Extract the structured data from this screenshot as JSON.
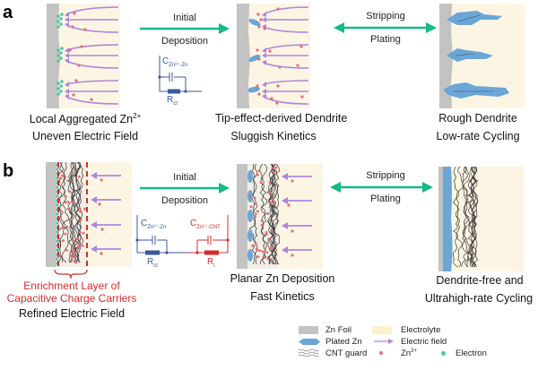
{
  "panels": {
    "a": {
      "label": "a",
      "stage1": {
        "caption_line1": "Local Aggregated Zn",
        "caption_sup": "2+",
        "caption_line2": "Uneven Electric Field"
      },
      "arrow1": {
        "top": "Initial",
        "bottom": "Deposition"
      },
      "circuit": {
        "capacitor_label": "C",
        "capacitor_sub": "Zn²⁺-Zn",
        "resistor_label": "R",
        "resistor_sub": "ct"
      },
      "stage2": {
        "caption_line1": "Tip-effect-derived  Dendrite",
        "caption_line2": "Sluggish Kinetics"
      },
      "arrow2": {
        "top": "Stripping",
        "bottom": "Plating"
      },
      "stage3": {
        "caption_line1": "Rough Dendrite",
        "caption_line2": "Low-rate Cycling"
      }
    },
    "b": {
      "label": "b",
      "stage1": {
        "annotation_line1": "Enrichment Layer of",
        "annotation_line2": "Capacitive Charge Carriers",
        "caption": "Refined Electric Field"
      },
      "arrow1": {
        "top": "Initial",
        "bottom": "Deposition"
      },
      "circuit": {
        "c1_label": "C",
        "c1_sub": "Zn²⁺-Zn",
        "r1_label": "R",
        "r1_sub": "ct",
        "c2_label": "C",
        "c2_sub": "Zn²⁺-CNT",
        "r2_label": "R",
        "r2_sub": "i"
      },
      "stage2": {
        "caption_line1": "Planar Zn Deposition",
        "caption_line2": "Fast Kinetics"
      },
      "arrow2": {
        "top": "Stripping",
        "bottom": "Plating"
      },
      "stage3": {
        "caption_line1": "Dendrite-free and",
        "caption_line2": "Ultrahigh-rate Cycling"
      }
    }
  },
  "legend": {
    "items": [
      {
        "icon": "zn-foil-swatch",
        "label": "Zn Foil"
      },
      {
        "icon": "electrolyte-swatch",
        "label": "Electrolyte"
      },
      {
        "icon": "plated-zn-swatch",
        "label": "Plated Zn"
      },
      {
        "icon": "electric-field-arrow",
        "label": "Electric field"
      },
      {
        "icon": "cnt-guard-swatch",
        "label": "CNT guard"
      },
      {
        "icon": "zn-ion-dot",
        "label": "Zn",
        "label_sup": "2+"
      },
      {
        "icon": "electron-dot",
        "label": "Electron"
      }
    ]
  },
  "colors": {
    "zn_foil": "#c3c3c3",
    "electrolyte": "#fdf5e3",
    "plated_zn": "#6aa6d6",
    "field_arrow": "#b085dc",
    "zn_ion": "#e46f6f",
    "electron": "#4ec6a8",
    "process_arrow": "#16b98a",
    "circuit_blue": "#3a5a9a",
    "circuit_red": "#d62c2c",
    "cnt": "#3a3a3a"
  }
}
